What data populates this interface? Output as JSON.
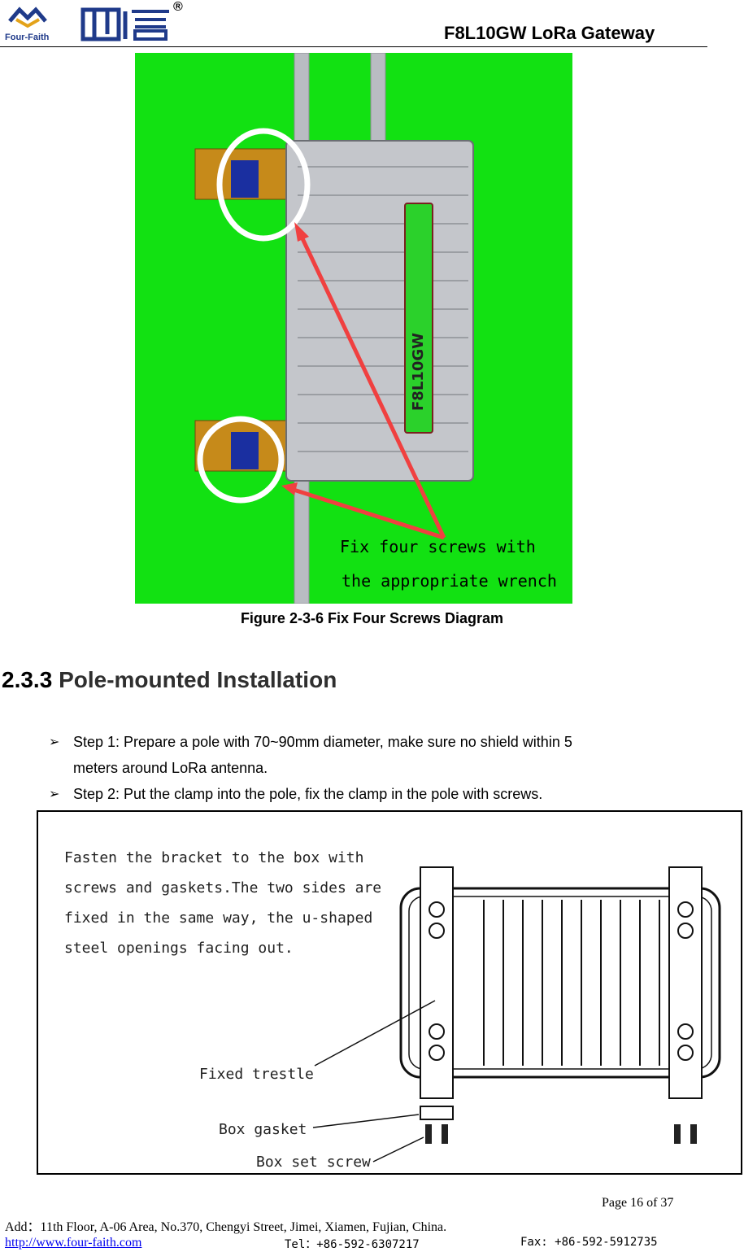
{
  "header": {
    "logo_text": "Four-Faith",
    "registered": "®",
    "doc_title": "F8L10GW LoRa Gateway"
  },
  "figure1": {
    "callout_line1": "Fix four screws with",
    "callout_line2": "the appropriate wrench",
    "device_label": "F8L10GW",
    "caption": "Figure 2-3-6 Fix Four Screws Diagram"
  },
  "section": {
    "number": "2.3.3",
    "title": "Pole-mounted Installation"
  },
  "steps": [
    {
      "bullet": "➢",
      "text": "Step 1: Prepare a pole with 70~90mm diameter, make sure no shield within 5",
      "continuation": "meters around LoRa antenna."
    },
    {
      "bullet": "➢",
      "text": "Step 2: Put the clamp into the pole, fix the clamp in the pole with screws."
    }
  ],
  "figure2": {
    "instruction_lines": [
      "Fasten the bracket to the box with",
      "screws and gaskets.The two sides are",
      "fixed in the same way, the u-shaped",
      "steel openings facing out."
    ],
    "label_trestle": "Fixed trestle",
    "label_gasket": "Box gasket",
    "label_screw": "Box set screw"
  },
  "footer": {
    "page": "Page  16  of  37",
    "address": "Add：11th Floor, A-06 Area, No.370, Chengyi Street, Jimei, Xiamen, Fujian, China.",
    "website": "http://www.four-faith.com",
    "tel": "Tel：+86-592-6307217",
    "fax": "Fax: +86-592-5912735"
  }
}
